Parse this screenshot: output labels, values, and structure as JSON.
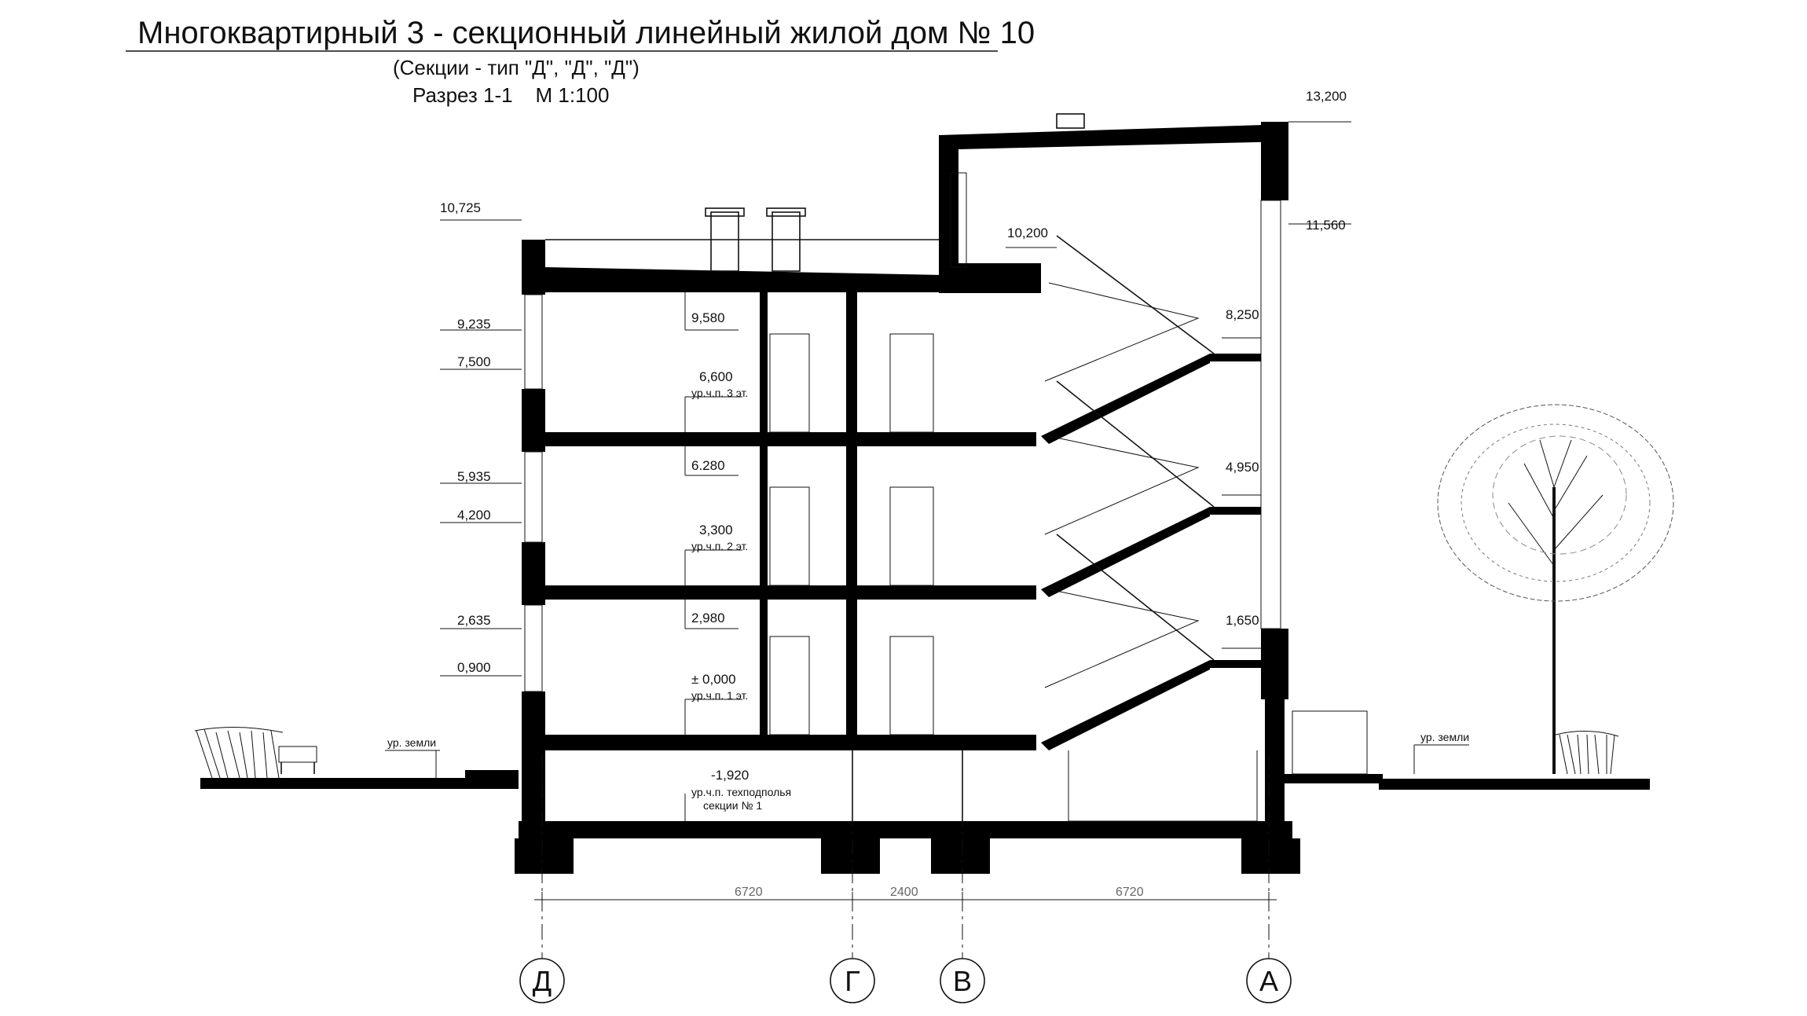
{
  "title": "Многоквартирный 3 - секционный линейный жилой дом № 10",
  "subtitle": "(Секции - тип \"Д\", \"Д\", \"Д\")",
  "section_label": "Разрез 1-1    М 1:100",
  "left_marks": [
    "10,725",
    "9,235",
    "7,500",
    "5,935",
    "4,200",
    "2,635",
    "0,900"
  ],
  "right_marks": [
    "13,200",
    "11,560",
    "10,200",
    "8,250",
    "4,950",
    "1,650"
  ],
  "interior_marks": [
    "9,580",
    "6.280",
    "2,980"
  ],
  "floor_levels": [
    {
      "value": "6,600",
      "caption": "ур.ч.п. 3 эт."
    },
    {
      "value": "3,300",
      "caption": "ур.ч.п. 2 эт."
    },
    {
      "value": "± 0,000",
      "caption": "ур.ч.п. 1 эт."
    }
  ],
  "basement": {
    "value": "-1,920",
    "caption1": "ур.ч.п. техподполья",
    "caption2": "секции № 1"
  },
  "ground_left": "ур. земли",
  "ground_right": "ур. земли",
  "dimensions": [
    "6720",
    "2400",
    "6720"
  ],
  "axes": [
    "Д",
    "Г",
    "В",
    "А"
  ]
}
